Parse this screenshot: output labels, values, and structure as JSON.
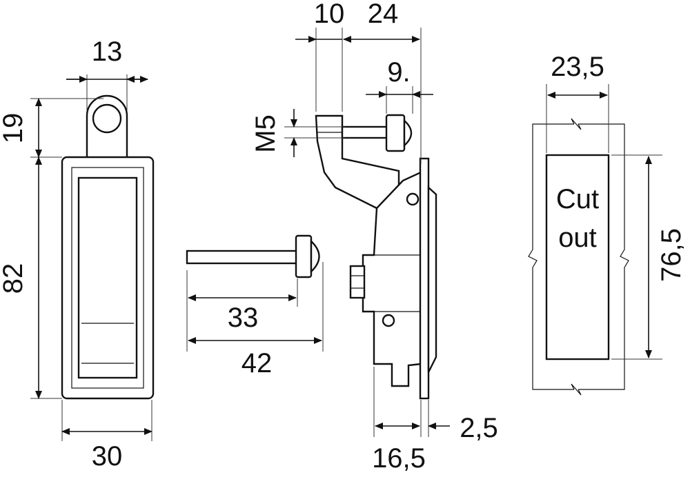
{
  "front_view": {
    "width_label": "30",
    "height_label": "82",
    "eye_width_label": "13",
    "eye_height_label": "19"
  },
  "side_view": {
    "thread_label": "M5",
    "offset_label": "10",
    "top_width_label": "24",
    "small_label": "9.",
    "depth_label": "16,5",
    "flange_label": "2,5"
  },
  "key": {
    "length_label": "33",
    "total_length_label": "42"
  },
  "cutout": {
    "width_label": "23,5",
    "height_label": "76,5",
    "text_line1": "Cut",
    "text_line2": "out"
  }
}
